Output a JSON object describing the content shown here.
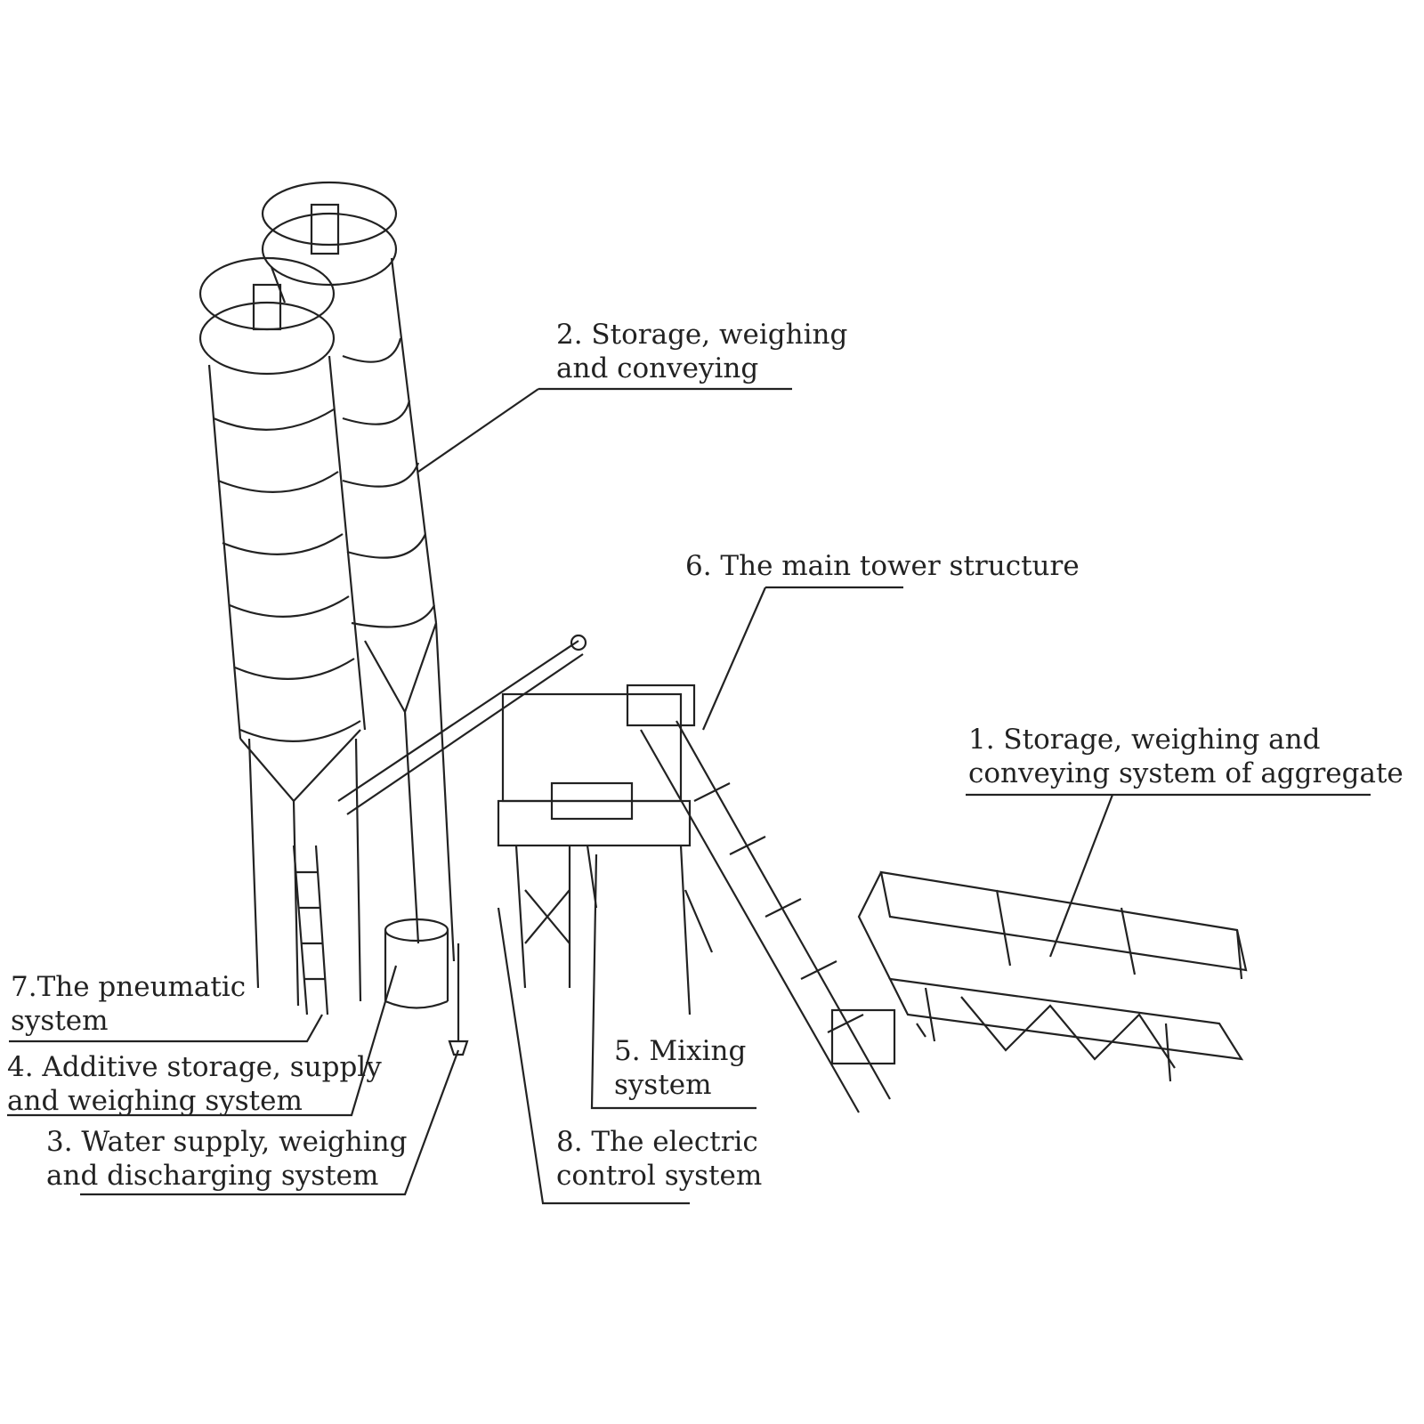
{
  "title": "Concrete batching plant components",
  "labels": {
    "l1": {
      "line1": "1. Storage, weighing and",
      "line2": "conveying system of aggregate"
    },
    "l2": {
      "line1": "2. Storage, weighing",
      "line2": "and conveying"
    },
    "l3": {
      "line1": "3. Water supply, weighing",
      "line2": "and discharging system"
    },
    "l4": {
      "line1": "4. Additive storage, supply",
      "line2": "and weighing system"
    },
    "l5": {
      "line1": "5. Mixing",
      "line2": "system"
    },
    "l6": {
      "line1": "6. The main tower structure"
    },
    "l7": {
      "line1": "7.The pneumatic",
      "line2": "system"
    },
    "l8": {
      "line1": "8. The electric",
      "line2": "control system"
    }
  }
}
